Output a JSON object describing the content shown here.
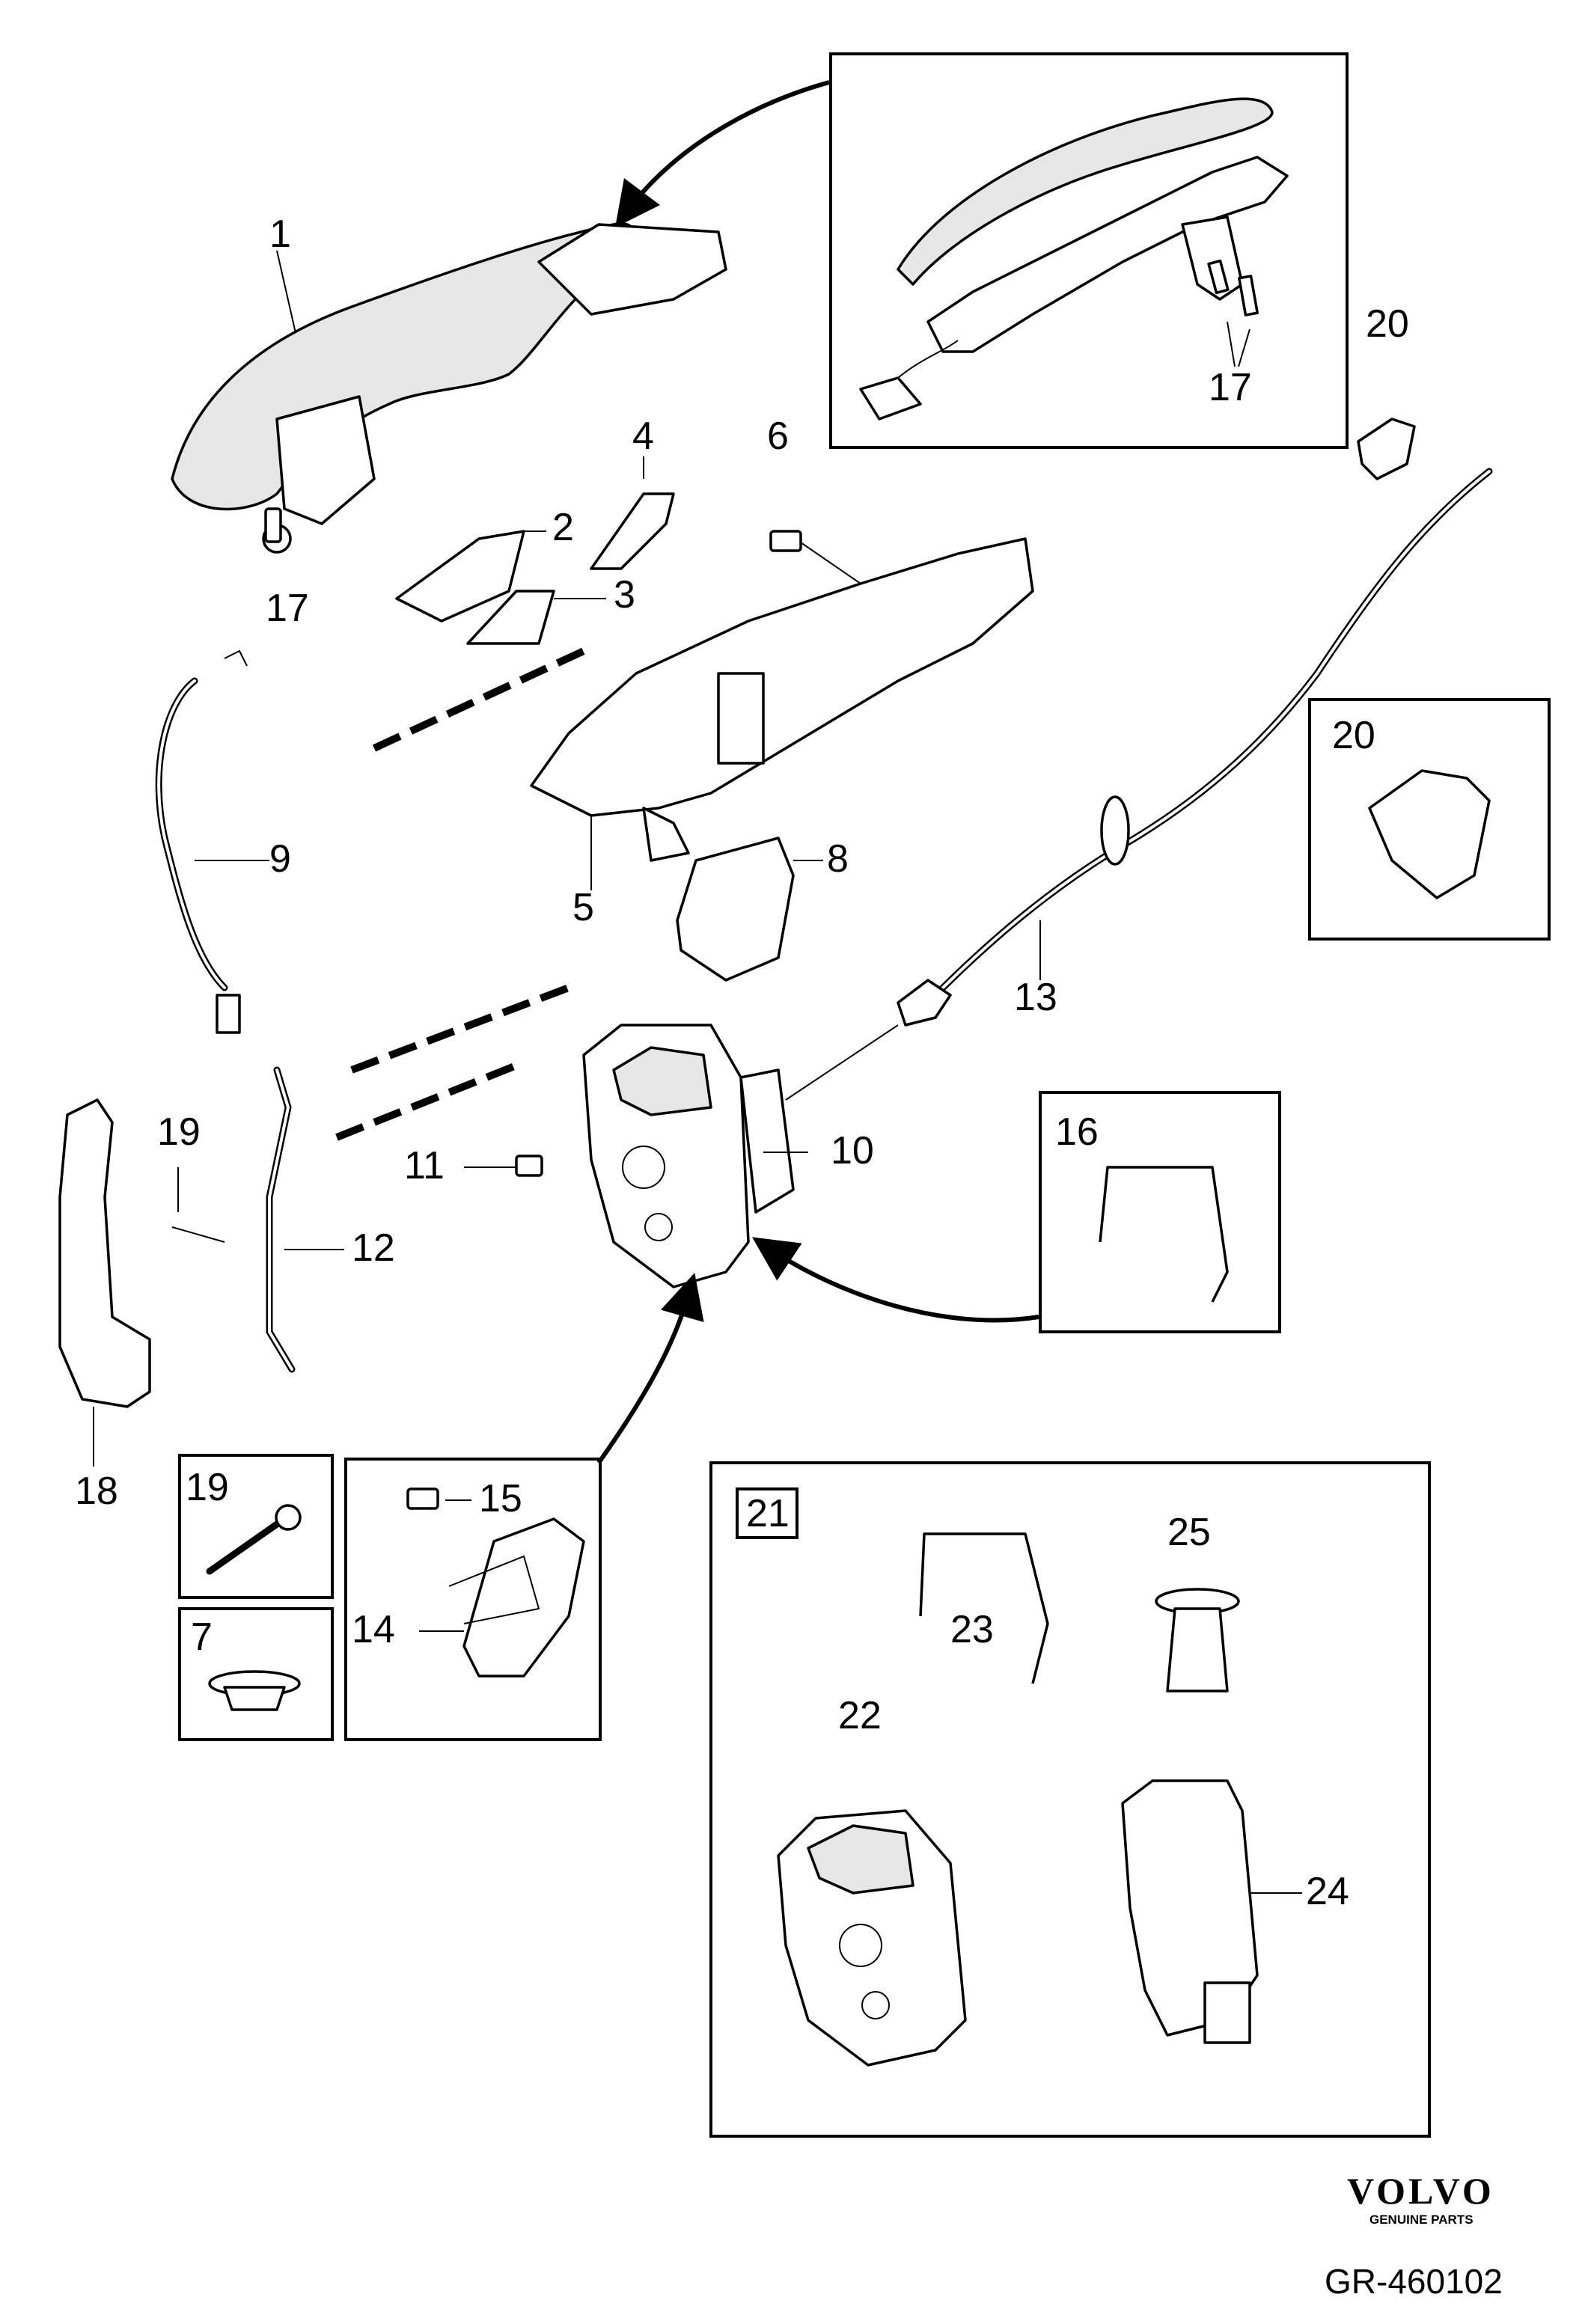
{
  "labels": {
    "p1": "1",
    "p2": "2",
    "p3": "3",
    "p4": "4",
    "p5": "5",
    "p6": "6",
    "p7": "7",
    "p8": "8",
    "p9": "9",
    "p10": "10",
    "p11": "11",
    "p12": "12",
    "p13": "13",
    "p14": "14",
    "p15": "15",
    "p16": "16",
    "p17a": "17",
    "p17b": "17",
    "p18": "18",
    "p19a": "19",
    "p19b": "19",
    "p20a": "20",
    "p20b": "20",
    "p21": "21",
    "p22": "22",
    "p23": "23",
    "p24": "24",
    "p25": "25"
  },
  "brand": {
    "name": "VOLVO",
    "tagline": "GENUINE PARTS"
  },
  "diagram_code": "GR-460102"
}
